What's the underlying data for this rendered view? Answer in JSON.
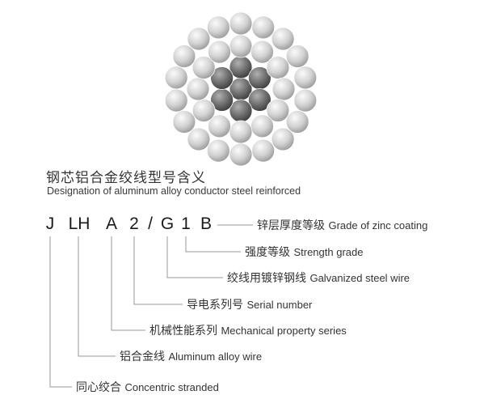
{
  "title": {
    "zh": "钢芯铝合金绞线型号含义",
    "en": "Designation of aluminum alloy conductor steel reinforced"
  },
  "designation": {
    "code_parts": [
      "J",
      "LH",
      "A",
      "2",
      "/",
      "G",
      "1",
      "B"
    ],
    "labels": [
      {
        "letter": "B",
        "zh": "锌层厚度等级",
        "en": "Grade of zinc coating"
      },
      {
        "letter": "1",
        "zh": "强度等级",
        "en": "Strength grade"
      },
      {
        "letter": "G",
        "zh": "绞线用镀锌钢线",
        "en": "Galvanized steel wire"
      },
      {
        "letter": "2",
        "zh": "导电系列号",
        "en": "Serial number"
      },
      {
        "letter": "A",
        "zh": "机械性能系列",
        "en": "Mechanical property series"
      },
      {
        "letter": "LH",
        "zh": "铝合金线",
        "en": "Aluminum alloy wire"
      },
      {
        "letter": "J",
        "zh": "同心绞合",
        "en": "Concentric stranded"
      }
    ]
  },
  "cable": {
    "rings": [
      {
        "count": 1,
        "radius": 0,
        "type": "steel"
      },
      {
        "count": 6,
        "radius": 27,
        "type": "steel"
      },
      {
        "count": 12,
        "radius": 53,
        "type": "aluminum"
      },
      {
        "count": 18,
        "radius": 81,
        "type": "aluminum"
      }
    ],
    "strand_radius": 14,
    "colors": {
      "steel": "#2e2e2e",
      "aluminum": "#c8c8c8",
      "line": "#999999",
      "background": "#ffffff"
    }
  }
}
